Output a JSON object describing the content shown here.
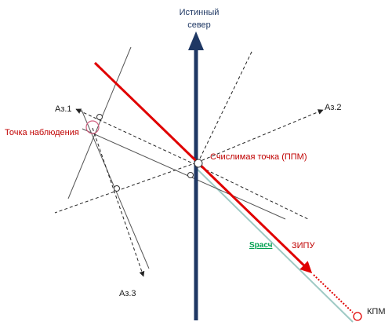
{
  "labels": {
    "true_north_line1": "Истинный",
    "true_north_line2": "север",
    "az1": "Аз.1",
    "az2": "Аз.2",
    "az3": "Аз.3",
    "observation_point": "Точка наблюдения",
    "computed_point": "Счислимая точка (ППМ)",
    "zipu": "ЗИПУ",
    "s_calc": "Sрасч",
    "kpm": "КПМ"
  },
  "colors": {
    "north_arrow": "#1f3864",
    "track": "#e00000",
    "s_line": "#9ec9c4",
    "lines": "#333333"
  }
}
